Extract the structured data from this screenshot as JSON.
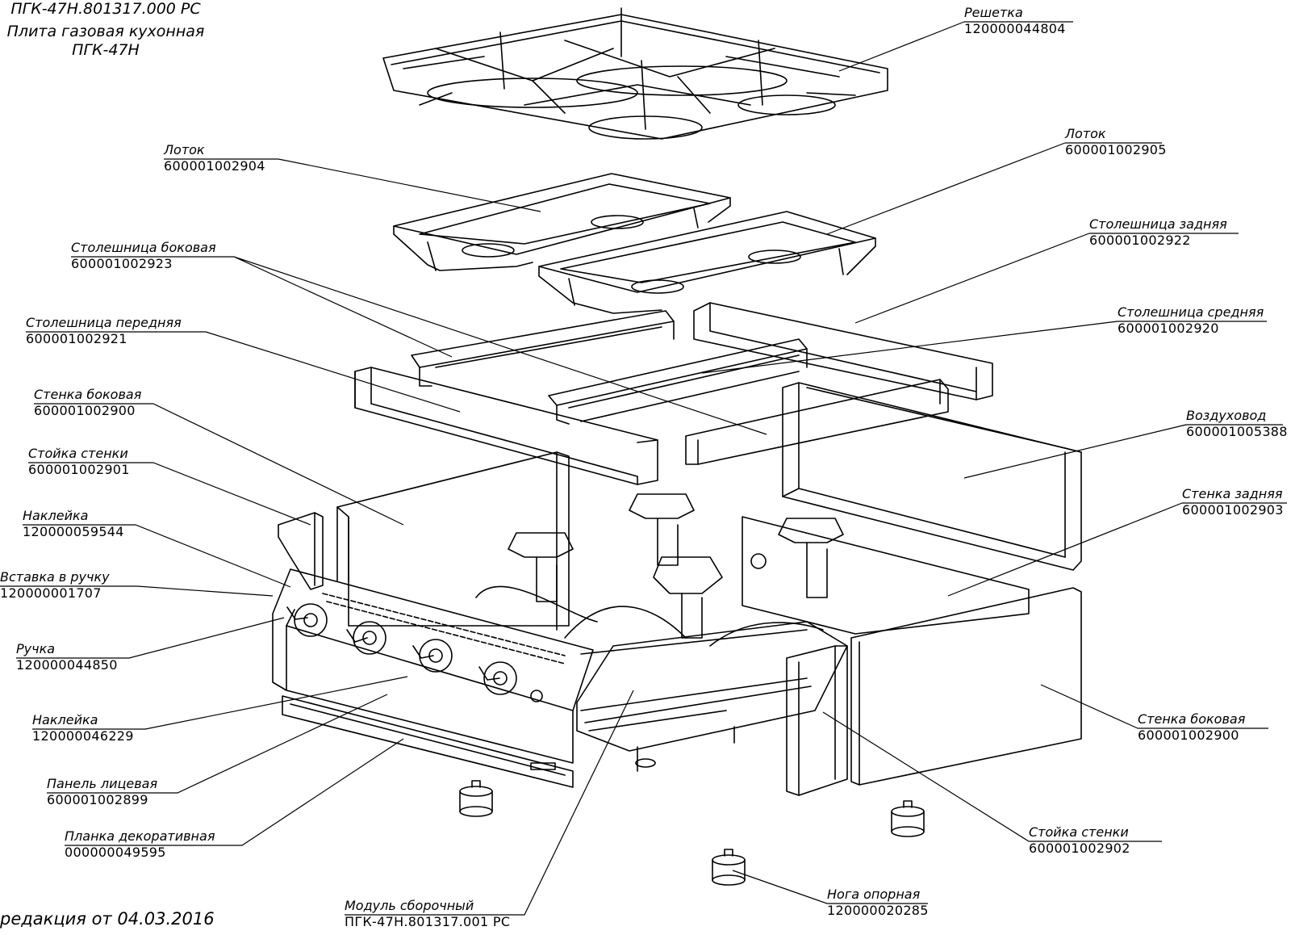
{
  "header": {
    "doc_code": "ПГК-47Н.801317.000 РС",
    "title_line1": "Плита газовая кухонная",
    "title_line2": "ПГК-47Н"
  },
  "footer": {
    "revision": "редакция от 04.03.2016"
  },
  "callouts": [
    {
      "id": "reshetka",
      "name": "Решетка",
      "part": "120000044804"
    },
    {
      "id": "lotok-right",
      "name": "Лоток",
      "part": "600001002905"
    },
    {
      "id": "lotok-left",
      "name": "Лоток",
      "part": "600001002904"
    },
    {
      "id": "stol-bokovaya",
      "name": "Столешница боковая",
      "part": "600001002923"
    },
    {
      "id": "stol-zadnyaya",
      "name": "Столешница задняя",
      "part": "600001002922"
    },
    {
      "id": "stol-perednyaya",
      "name": "Столешница передняя",
      "part": "600001002921"
    },
    {
      "id": "stol-srednyaya",
      "name": "Столешница средняя",
      "part": "600001002920"
    },
    {
      "id": "stenka-bok-left",
      "name": "Стенка боковая",
      "part": "600001002900"
    },
    {
      "id": "vozduhovod",
      "name": "Воздуховод",
      "part": "600001005388"
    },
    {
      "id": "stoyka-left",
      "name": "Стойка стенки",
      "part": "600001002901"
    },
    {
      "id": "stenka-zadnyaya",
      "name": "Стенка задняя",
      "part": "600001002903"
    },
    {
      "id": "nakleyka-1",
      "name": "Наклейка",
      "part": "120000059544"
    },
    {
      "id": "vstavka",
      "name": "Вставка в ручку",
      "part": "120000001707"
    },
    {
      "id": "ruchka",
      "name": "Ручка",
      "part": "120000044850"
    },
    {
      "id": "stenka-bok-right",
      "name": "Стенка боковая",
      "part": "600001002900"
    },
    {
      "id": "nakleyka-2",
      "name": "Наклейка",
      "part": "120000046229"
    },
    {
      "id": "panel",
      "name": "Панель лицевая",
      "part": "600001002899"
    },
    {
      "id": "stoyka-right",
      "name": "Стойка стенки",
      "part": "600001002902"
    },
    {
      "id": "planka",
      "name": "Планка декоративная",
      "part": "000000049595"
    },
    {
      "id": "noga",
      "name": "Нога опорная",
      "part": "120000020285"
    },
    {
      "id": "modul",
      "name": "Модуль сборочный",
      "part": "ПГК-47Н.801317.001 РС"
    }
  ]
}
